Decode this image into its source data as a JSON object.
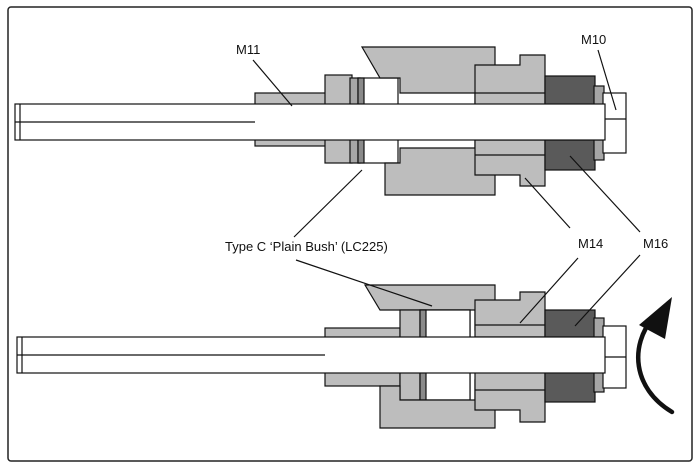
{
  "labels": {
    "m11": "M11",
    "m10": "M10",
    "m14": "M14",
    "m16": "M16",
    "bush": "Type C ‘Plain Bush’ (LC225)"
  },
  "colors": {
    "border": "#222222",
    "line": "#111111",
    "light_grey": "#bdbdbd",
    "mid_grey": "#a6a6a6",
    "dark_grey": "#5a5a5a",
    "white": "#ffffff"
  },
  "icons": {
    "rotation": "curved-arrow-icon"
  }
}
